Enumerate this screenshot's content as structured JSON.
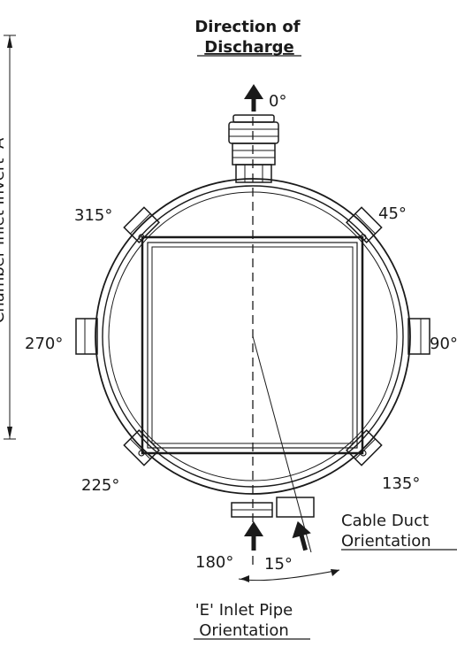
{
  "title": {
    "line1": "Direction of",
    "line2": "Discharge"
  },
  "side_label": "Chamber Inlet Invert 'A'",
  "angles": {
    "a0": "0°",
    "a45": "45°",
    "a90": "90°",
    "a135": "135°",
    "a180": "180°",
    "a225": "225°",
    "a270": "270°",
    "a315": "315°",
    "a15": "15°"
  },
  "cable_duct": {
    "line1": "Cable Duct",
    "line2": "Orientation"
  },
  "inlet": {
    "line1": "'E' Inlet Pipe",
    "line2": "Orientation"
  },
  "colors": {
    "ink": "#1a1a1a",
    "background": "#ffffff"
  }
}
